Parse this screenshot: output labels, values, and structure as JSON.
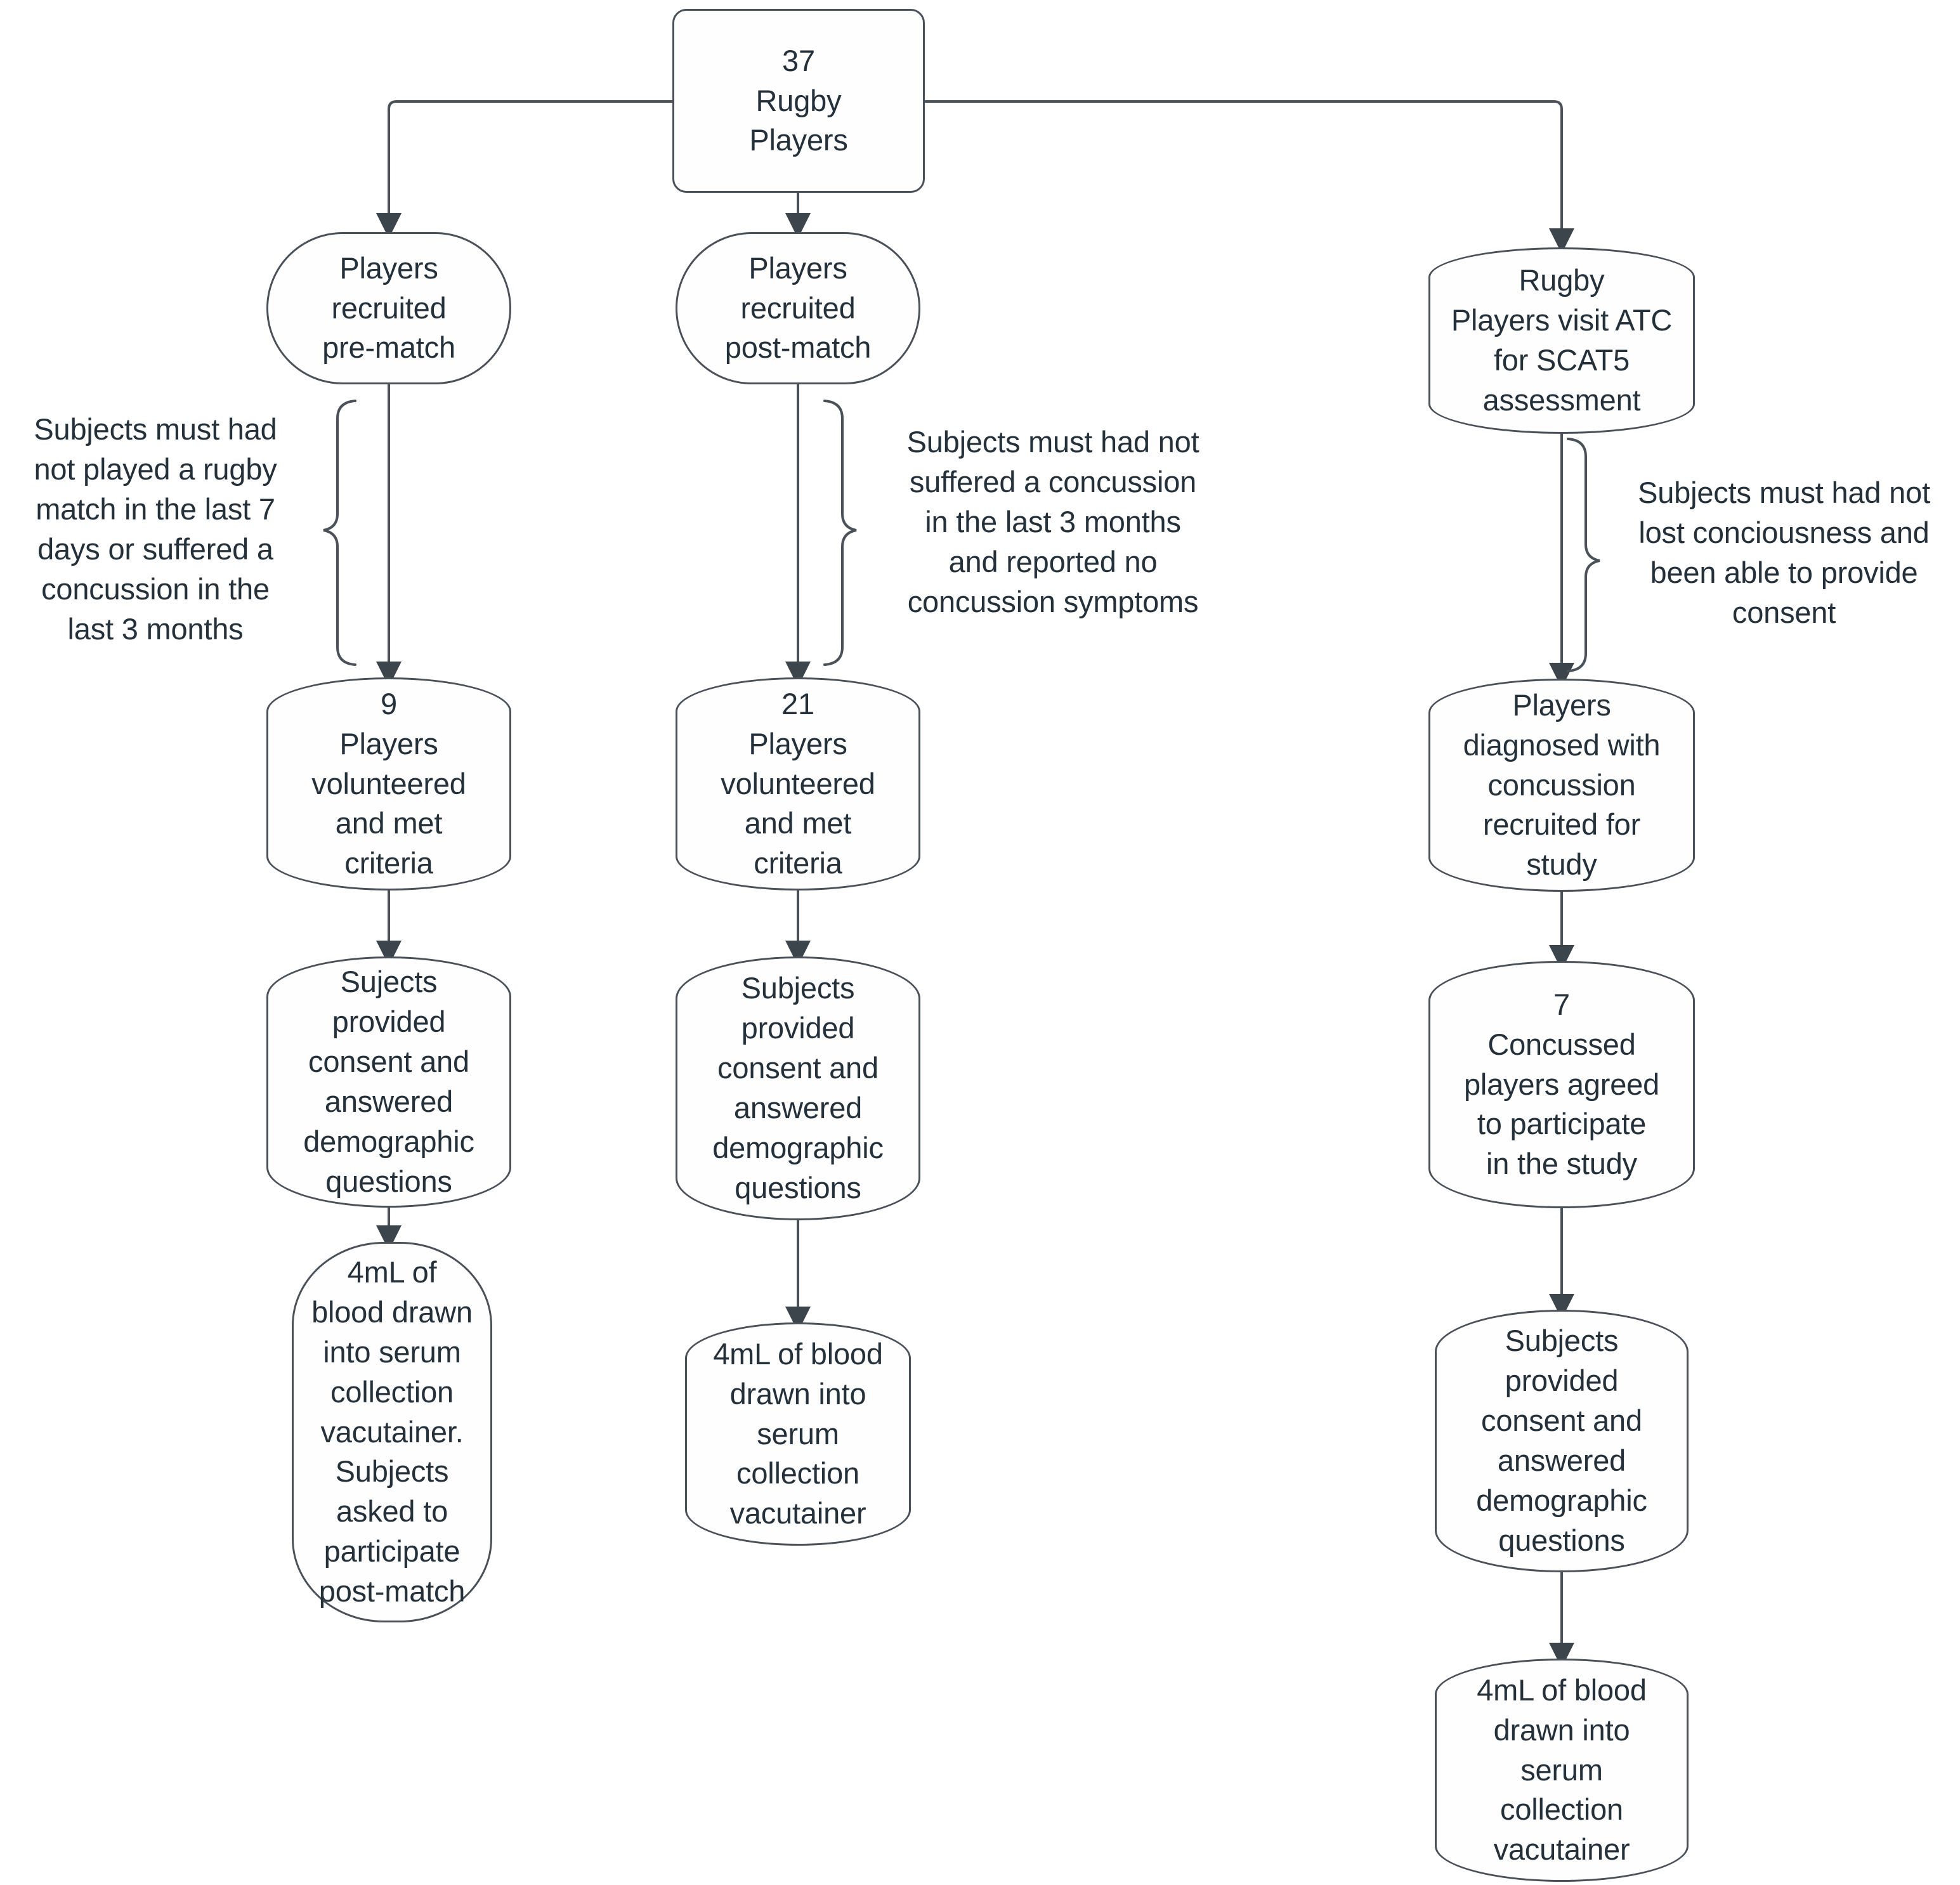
{
  "diagram": {
    "title": "Rugby player recruitment and blood collection flowchart",
    "stroke_color": "#4a5159",
    "text_color": "#24303a",
    "background": "#ffffff"
  },
  "nodes": {
    "root": "37\nRugby\nPlayers",
    "col_pre": {
      "step1": "Players\nrecruited\npre-match",
      "step2": "9\nPlayers\nvolunteered\nand met\ncriteria",
      "step3": "Sujects\nprovided\nconsent and\nanswered\ndemographic\nquestions",
      "step4": "4mL of\nblood drawn\ninto serum\ncollection\nvacutainer.\nSubjects\nasked to\nparticipate\npost-match"
    },
    "col_post": {
      "step1": "Players\nrecruited\npost-match",
      "step2": "21\nPlayers\nvolunteered\nand met\ncriteria",
      "step3": "Subjects\nprovided\nconsent and\nanswered\ndemographic\nquestions",
      "step4": "4mL of blood\ndrawn into\nserum\ncollection\nvacutainer"
    },
    "col_concussed": {
      "step1": "Rugby\nPlayers visit ATC\nfor SCAT5\nassessment",
      "step2": "Players\ndiagnosed with\nconcussion\nrecruited for\nstudy",
      "step3": "7\nConcussed\nplayers agreed\nto participate\nin the study",
      "step4": "Subjects\nprovided\nconsent and\nanswered\ndemographic\nquestions",
      "step5": "4mL of blood\ndrawn into\nserum\ncollection\nvacutainer"
    }
  },
  "annotations": {
    "pre_match_criteria": "Subjects must had\nnot played a rugby\nmatch in the last 7\ndays or suffered a\nconcussion in the\nlast 3 months",
    "post_match_criteria": "Subjects must had not\nsuffered a concussion\nin the last 3 months\nand reported no\nconcussion symptoms",
    "concussed_criteria": "Subjects must had not\nlost conciousness and\nbeen able to provide\nconsent"
  }
}
